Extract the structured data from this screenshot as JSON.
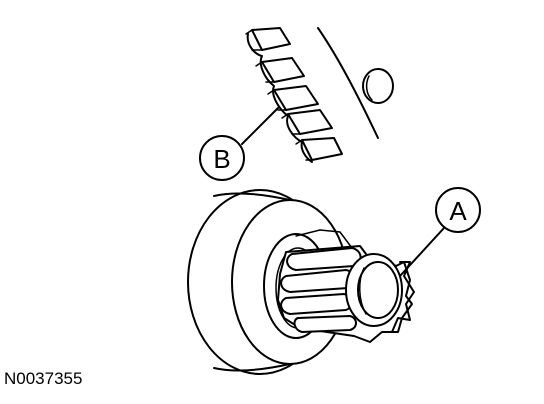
{
  "callouts": {
    "a": "A",
    "b": "B"
  },
  "reference": "N0037355",
  "colors": {
    "ink": "#000000",
    "paper": "#ffffff"
  }
}
